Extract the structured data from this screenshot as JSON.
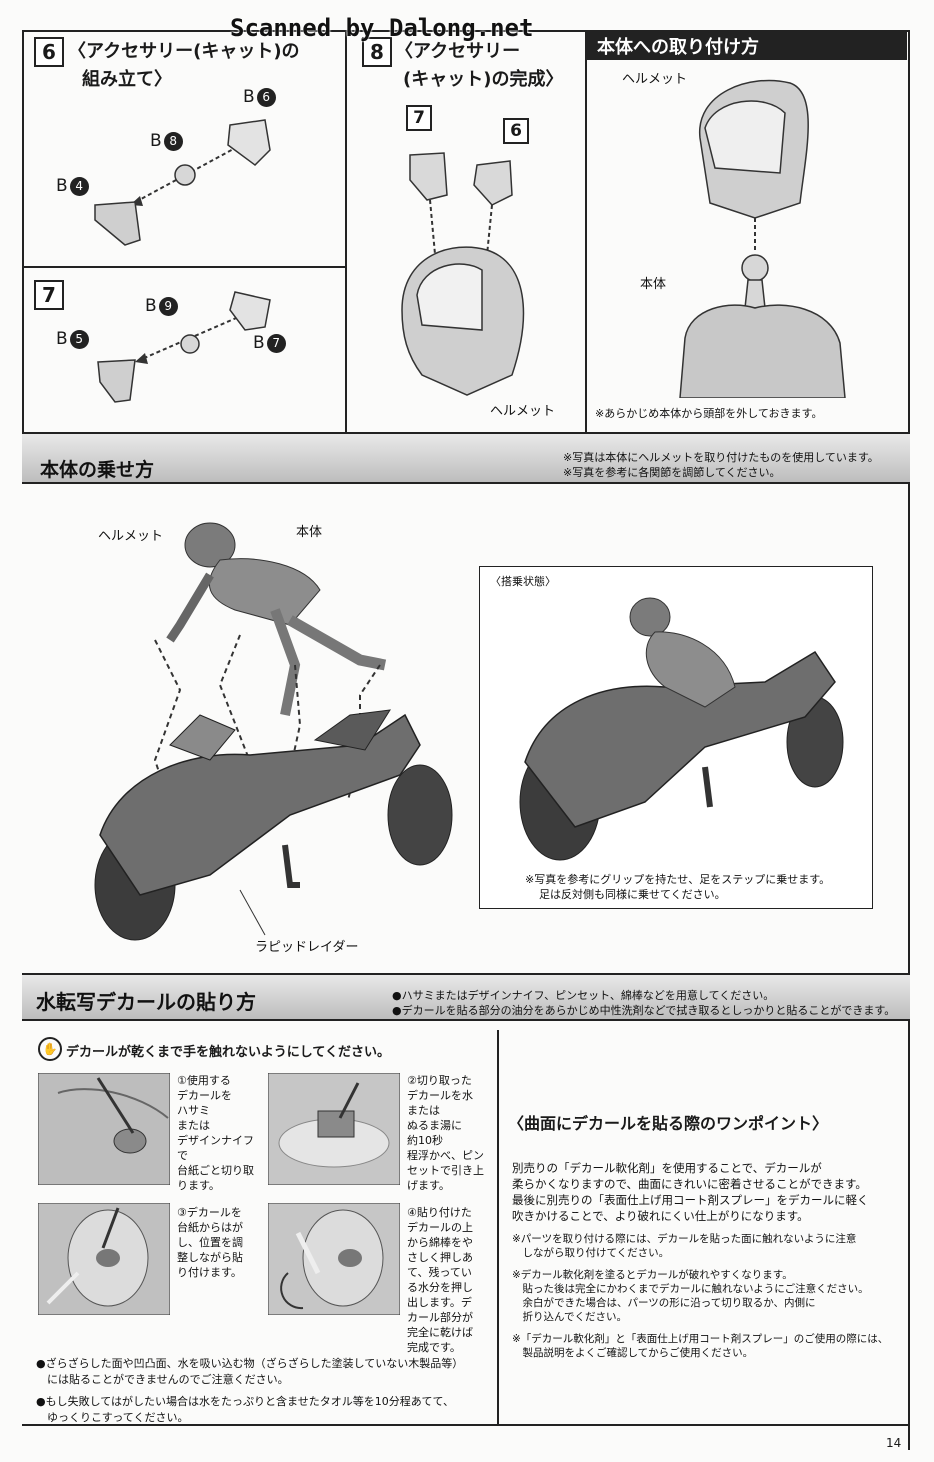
{
  "watermark": "Scanned by Dalong.net",
  "steps": {
    "s6": {
      "num": "6",
      "title_line1": "〈アクセサリー(キャット)の",
      "title_line2": "組み立て〉",
      "parts": [
        {
          "letter": "B",
          "num": "6"
        },
        {
          "letter": "B",
          "num": "8"
        },
        {
          "letter": "B",
          "num": "4"
        }
      ]
    },
    "s8": {
      "num": "8",
      "title_line1": "〈アクセサリー",
      "title_line2": "(キャット)の完成〉",
      "ref_a": "7",
      "ref_b": "6",
      "helmet_label": "ヘルメット"
    },
    "s7": {
      "num": "7",
      "parts": [
        {
          "letter": "B",
          "num": "9"
        },
        {
          "letter": "B",
          "num": "5"
        },
        {
          "letter": "B",
          "num": "7"
        }
      ]
    }
  },
  "attach": {
    "title": "本体への取り付け方",
    "helmet_label": "ヘルメット",
    "body_label": "本体",
    "note": "※あらかじめ本体から頭部を外しておきます。"
  },
  "riding": {
    "title": "本体の乗せ方",
    "notes": [
      "※写真は本体にヘルメットを取り付けたものを使用しています。",
      "※写真を参考に各関節を調節してください。"
    ],
    "helmet_label": "ヘルメット",
    "body_label": "本体",
    "bike_label": "ラピッドレイダー",
    "state_title": "〈搭乗状態〉",
    "state_notes": [
      "※写真を参考にグリップを持たせ、足をステップに乗せます。",
      "足は反対側も同様に乗せてください。"
    ]
  },
  "decal": {
    "title": "水転写デカールの貼り方",
    "notes": [
      "●ハサミまたはデザインナイフ、ピンセット、綿棒などを用意してください。",
      "●デカールを貼る部分の油分をあらかじめ中性洗剤などで拭き取るとしっかりと貼ることができます。"
    ],
    "warning": "デカールが乾くまで手を触れないようにしてください。",
    "steps": [
      [
        "①使用する",
        "デカールを",
        "ハサミ",
        "または",
        "デザインナイフで",
        "台紙ごと切り取ります。"
      ],
      [
        "②切り取った",
        "デカールを水",
        "または",
        "ぬるま湯に",
        "約10秒",
        "程浮かべ、ピンセットで引き上げます。"
      ],
      [
        "③デカールを",
        "台紙からはが",
        "し、位置を調",
        "整しながら貼",
        "り付けます。"
      ],
      [
        "④貼り付けた",
        "デカールの上",
        "から綿棒をや",
        "さしく押しあ",
        "て、残ってい",
        "る水分を押し",
        "出します。デ",
        "カール部分が",
        "完全に乾けば",
        "完成です。"
      ]
    ],
    "bottom_notes": [
      "●ざらざらした面や凹凸面、水を吸い込む物（ざらざらした塗装していない木製品等）",
      "　には貼ることができませんのでご注意ください。",
      "●もし失敗してはがしたい場合は水をたっぷりと含ませたタオル等を10分程あてて、",
      "　ゆっくりこすってください。"
    ],
    "tip": {
      "title": "〈曲面にデカールを貼る際のワンポイント〉",
      "body": [
        "別売りの「デカール軟化剤」を使用することで、デカールが",
        "柔らかくなりますので、曲面にきれいに密着させることができます。",
        "最後に別売りの「表面仕上げ用コート剤スプレー」をデカールに軽く",
        "吹きかけることで、より破れにくい仕上がりになります。"
      ],
      "notes": [
        "※パーツを取り付ける際には、デカールを貼った面に触れないように注意",
        "　しながら取り付けてください。",
        "※デカール軟化剤を塗るとデカールが破れやすくなります。",
        "　貼った後は完全にかわくまでデカールに触れないようにご注意ください。",
        "　余白ができた場合は、パーツの形に沿って切り取るか、内側に",
        "　折り込んでください。",
        "※「デカール軟化剤」と「表面仕上げ用コート剤スプレー」のご使用の際には、",
        "　製品説明をよくご確認してからご使用ください。"
      ]
    }
  },
  "page_number": "14"
}
